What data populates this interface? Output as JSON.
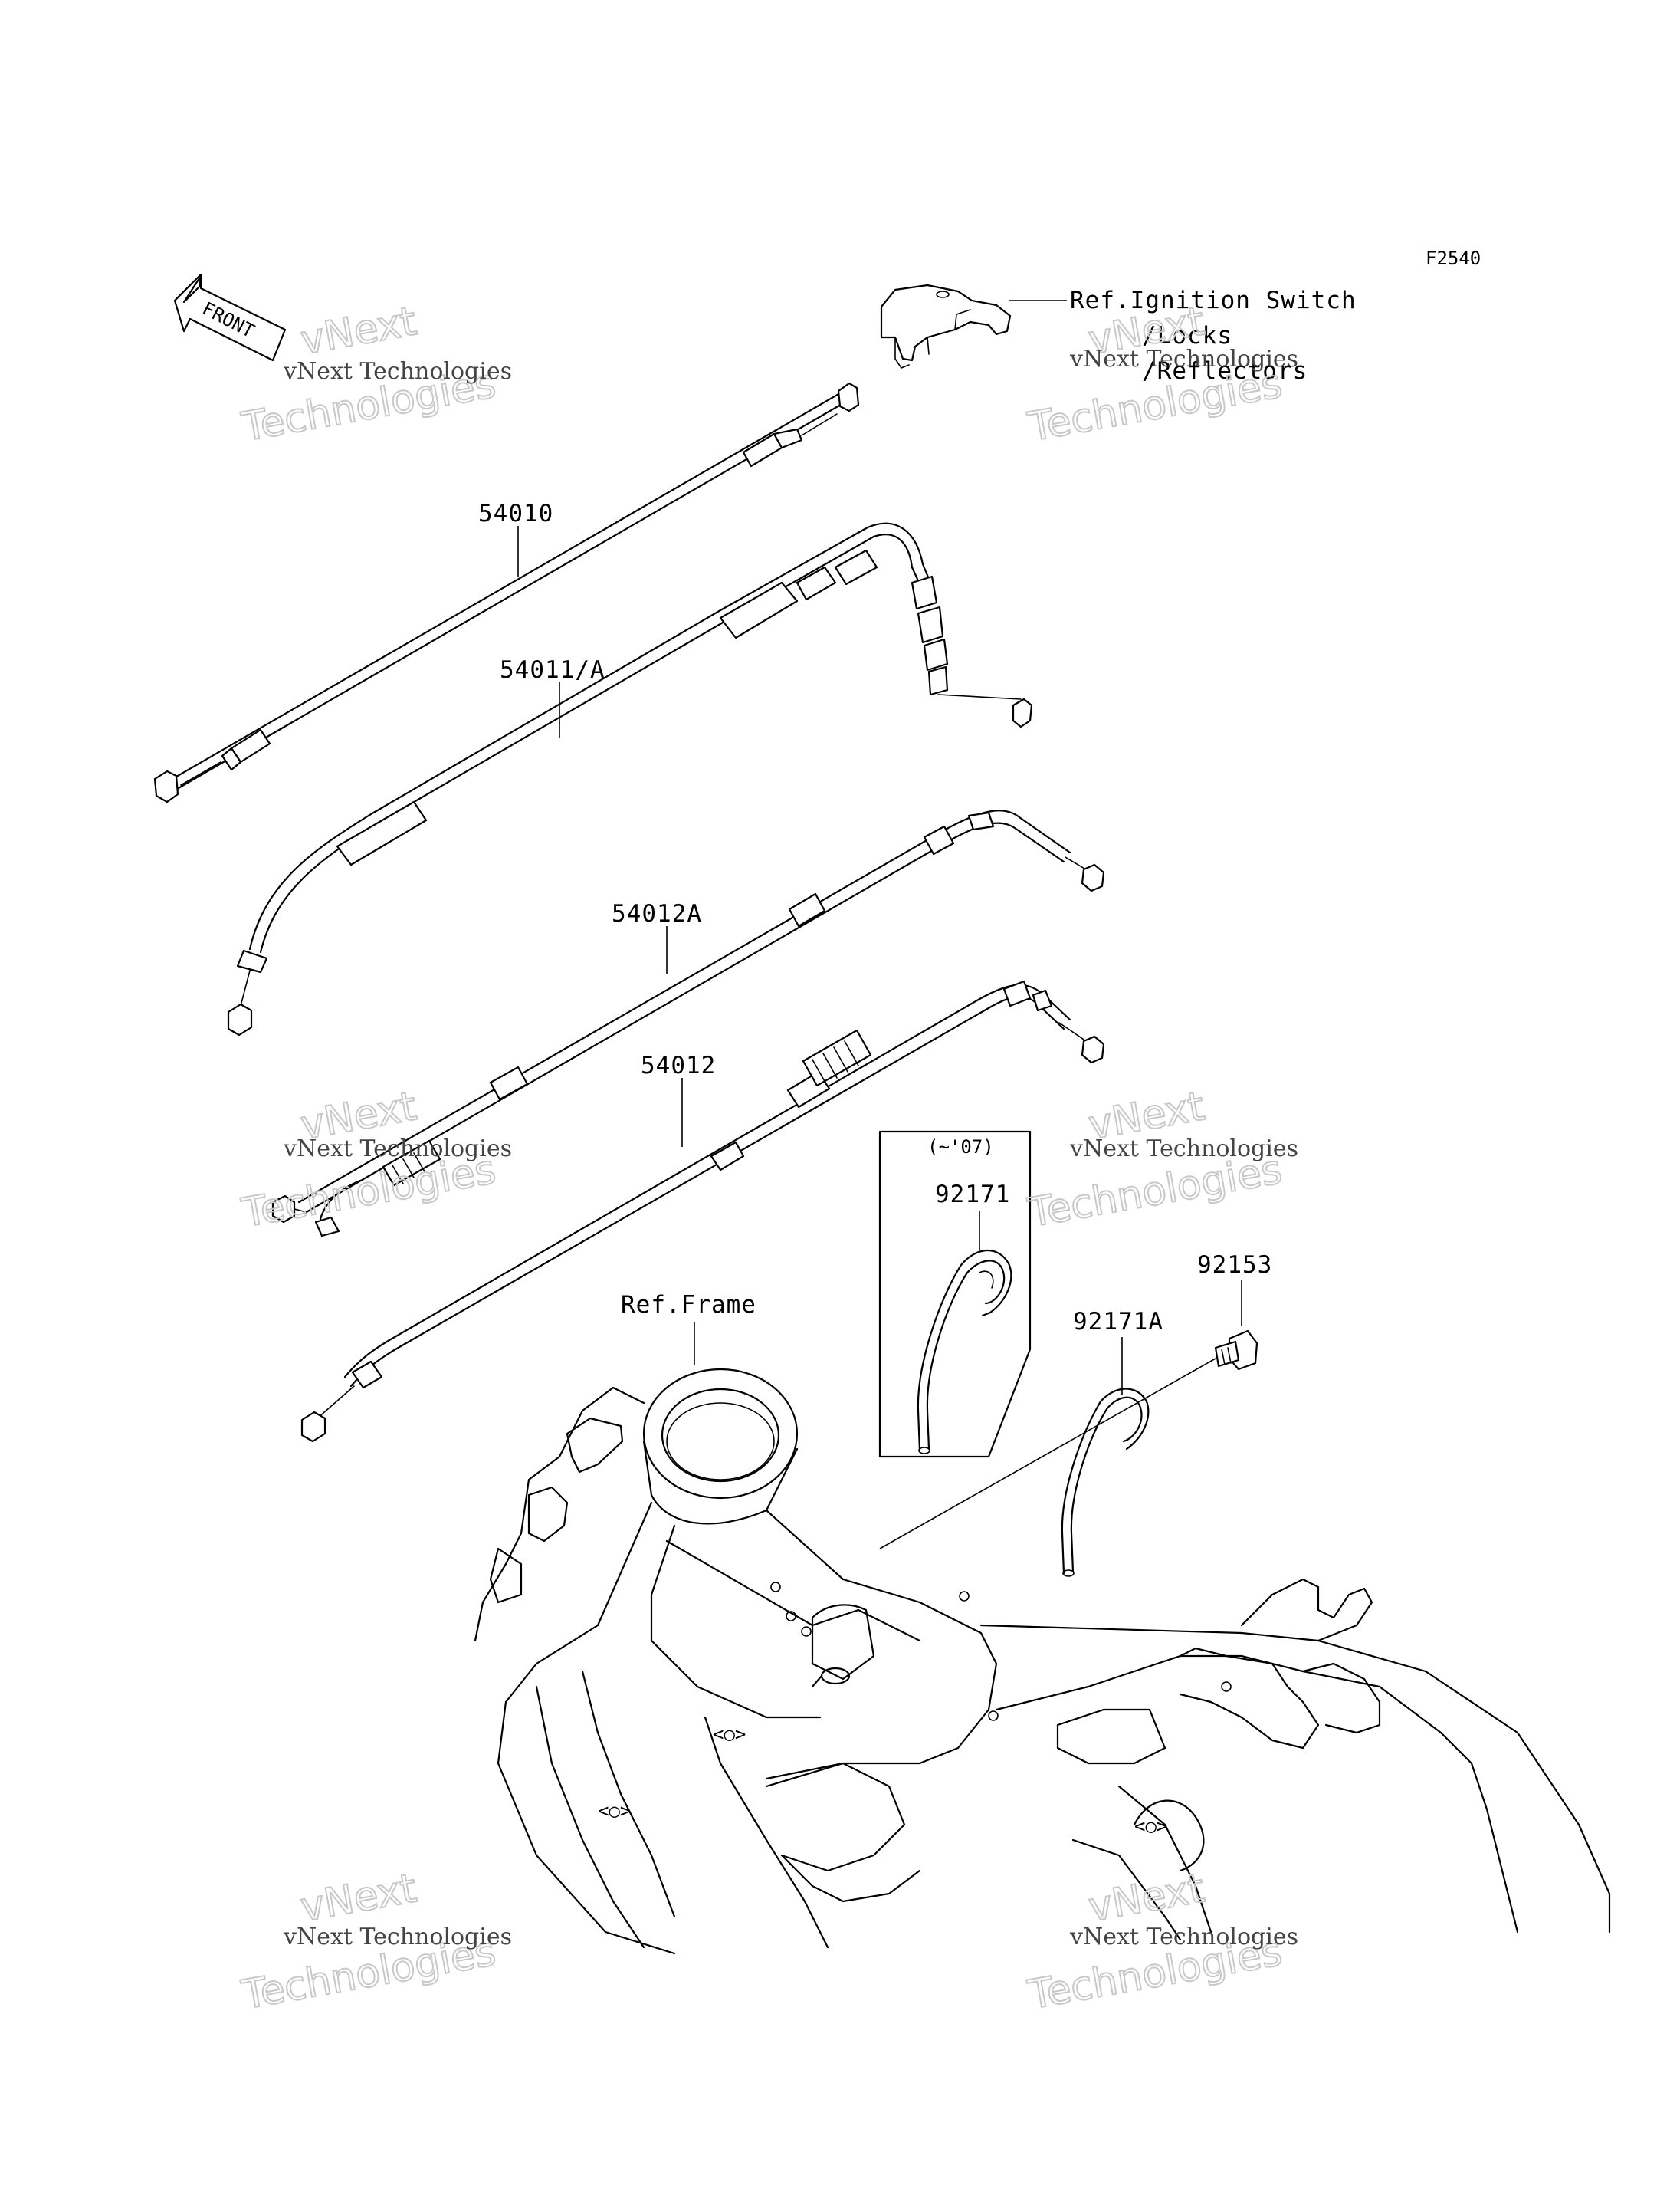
{
  "figure_code": "F2540",
  "front_arrow_label": "FRONT",
  "callouts": {
    "ignition_ref": [
      "Ref.Ignition Switch",
      "/Locks",
      "/Reflectors"
    ],
    "cable_54010": "54010",
    "cable_54011a": "54011/A",
    "cable_54012a": "54012A",
    "cable_54012": "54012",
    "inset_period": "(~'07)",
    "clamp_92171": "92171",
    "clamp_92171a": "92171A",
    "bolt_92153": "92153",
    "frame_ref": "Ref.Frame"
  },
  "watermarks": [
    {
      "line1": "vNext Technologies",
      "line2": "Technologies",
      "line3": "vNext"
    },
    {
      "line1": "vNext Technologies",
      "line2": "Technologies",
      "line3": "vNext"
    },
    {
      "line1": "vNext Technologies",
      "line2": "Technologies",
      "line3": "vNext"
    },
    {
      "line1": "vNext Technologies",
      "line2": "Technologies",
      "line3": "vNext"
    },
    {
      "line1": "vNext Technologies",
      "line2": "Technologies",
      "line3": "vNext"
    },
    {
      "line1": "vNext Technologies",
      "line2": "Technologies",
      "line3": "vNext"
    }
  ]
}
